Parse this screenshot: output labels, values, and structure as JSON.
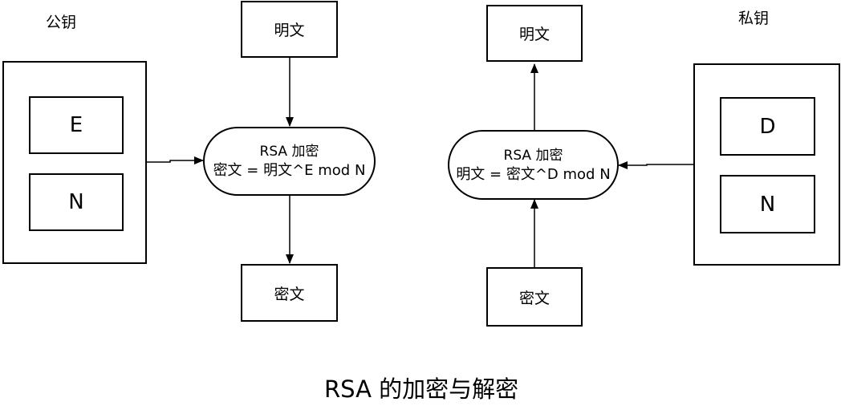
{
  "caption": "RSA 的加密与解密",
  "encryption": {
    "key_title": "公钥",
    "key_fields": [
      "E",
      "N"
    ],
    "input_label": "明文",
    "process_title": "RSA 加密",
    "process_formula": "密文 = 明文^E mod N",
    "output_label": "密文"
  },
  "decryption": {
    "key_title": "私钥",
    "key_fields": [
      "D",
      "N"
    ],
    "input_label": "密文",
    "process_title": "RSA 加密",
    "process_formula": "明文 = 密文^D mod N",
    "output_label": "明文"
  }
}
